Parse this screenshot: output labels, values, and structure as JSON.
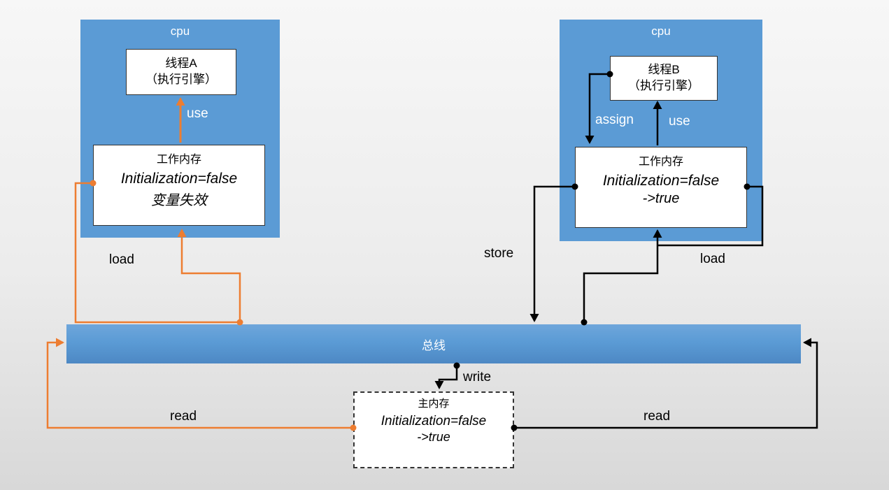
{
  "left_cpu": {
    "title": "cpu",
    "thread": {
      "line1": "线程A",
      "line2": "（执行引擎）"
    },
    "working_memory": {
      "title": "工作内存",
      "value": "Initialization=false",
      "note": "变量失效"
    },
    "use_label": "use"
  },
  "right_cpu": {
    "title": "cpu",
    "thread": {
      "line1": "线程B",
      "line2": "（执行引擎）"
    },
    "working_memory": {
      "title": "工作内存",
      "value": "Initialization=false",
      "note": "->true"
    },
    "assign_label": "assign",
    "use_label": "use"
  },
  "bus": {
    "title": "总线"
  },
  "main_memory": {
    "title": "主内存",
    "value": "Initialization=false",
    "note": "->true"
  },
  "labels": {
    "load_left": "load",
    "store": "store",
    "load_right": "load",
    "write": "write",
    "read_left": "read",
    "read_right": "read"
  },
  "colors": {
    "cpu_blue": "#5b9bd5",
    "arrow_orange": "#ed7d31",
    "arrow_black": "#000000",
    "background_top": "#f7f7f7",
    "background_bottom": "#d8d8d8"
  }
}
